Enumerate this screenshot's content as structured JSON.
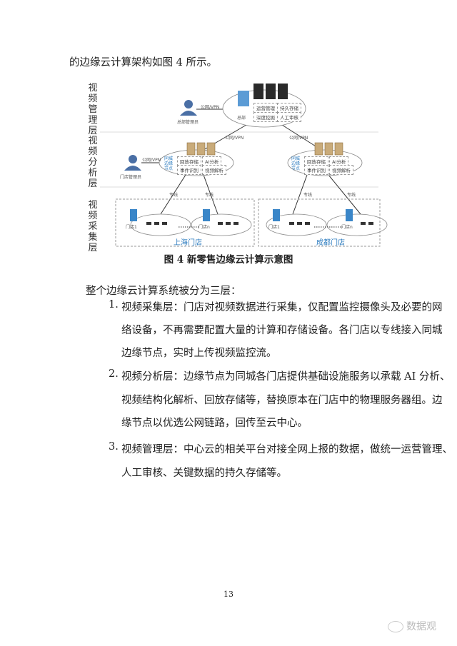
{
  "intro_line": "的边缘云计算架构如图 4 所示。",
  "figure": {
    "layers": [
      "视频管理层",
      "视频分析层",
      "视频采集层"
    ],
    "hq_admin": "总部管理员",
    "hq": "总部",
    "hq_functions": [
      "运营管理",
      "持久存储",
      "深度挖掘",
      "人工审核"
    ],
    "link_public": "公网/VPN",
    "edge_node": "同城边缘节点",
    "edge_functions": [
      "回放存储",
      "AI分析",
      "事件识别",
      "视频解析"
    ],
    "store_admin": "门店管理员",
    "link_private": "专线",
    "store_1": "门店1",
    "store_n": "门店n",
    "regions": [
      "上海门店",
      "成都门店"
    ],
    "caption": "图 4 新零售边缘云计算示意图"
  },
  "summary": "整个边缘云计算系统被分为三层：",
  "items": [
    {
      "num": "1.",
      "lines": [
        "视频采集层：门店对视频数据进行采集，仅配置监控摄像头及必要的网",
        "络设备，不再需要配置大量的计算和存储设备。各门店以专线接入同城",
        "边缘节点，实时上传视频监控流。"
      ]
    },
    {
      "num": "2.",
      "lines": [
        "视频分析层：边缘节点为同城各门店提供基础设施服务以承载 AI 分析、",
        "视频结构化解析、回放存储等，替换原本在门店中的物理服务器组。边",
        "缘节点以优选公网链路，回传至云中心。"
      ]
    },
    {
      "num": "3.",
      "lines": [
        "视频管理层：中心云的相关平台对接全网上报的数据，做统一运营管理、",
        "人工审核、关键数据的持久存储等。"
      ]
    }
  ],
  "page_number": "13",
  "watermark": "数据观"
}
